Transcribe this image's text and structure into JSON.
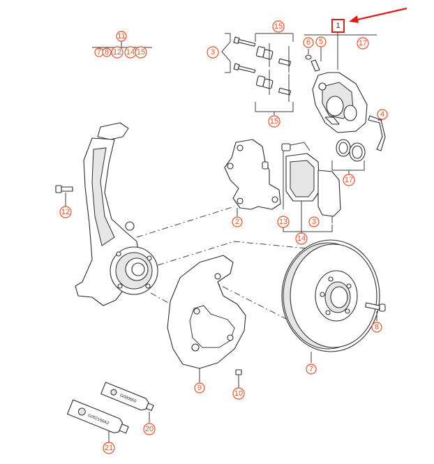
{
  "colors": {
    "callout": "#e0532a",
    "highlight": "#e31a1a",
    "line": "#2b2b2b"
  },
  "group_label": "11",
  "group_members": [
    "7",
    "8",
    "12",
    "14",
    "15"
  ],
  "highlight_label": "1",
  "callouts": {
    "c2": "2",
    "c3a": "3",
    "c3b": "3",
    "c4": "4",
    "c5": "5",
    "c6": "6",
    "c7": "7",
    "c8": "8",
    "c9": "9",
    "c10": "10",
    "c12": "12",
    "c13": "13",
    "c14": "14",
    "c15a": "15",
    "c15b": "15",
    "c17a": "17",
    "c17b": "17",
    "c20": "20",
    "c21": "21"
  },
  "tube_labels": {
    "small": "G000650",
    "large": "G052150A2"
  },
  "icons": [
    "pointer-arrow-icon"
  ]
}
